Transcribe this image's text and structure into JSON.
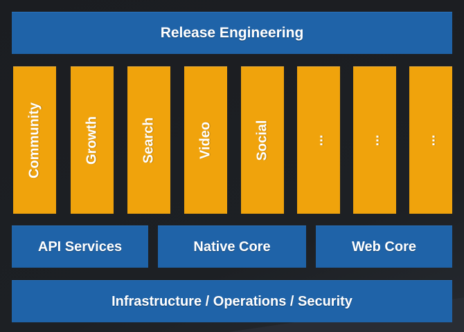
{
  "diagram": {
    "top_bar": "Release Engineering",
    "columns": [
      "Community",
      "Growth",
      "Search",
      "Video",
      "Social",
      "...",
      "...",
      "..."
    ],
    "middle_row": [
      "API Services",
      "Native Core",
      "Web Core"
    ],
    "bottom_bar": "Infrastructure / Operations / Security"
  },
  "colors": {
    "background": "#1d2024",
    "blue_box": "#1f63a8",
    "orange_column": "#f0a30c",
    "text": "#ffffff"
  }
}
